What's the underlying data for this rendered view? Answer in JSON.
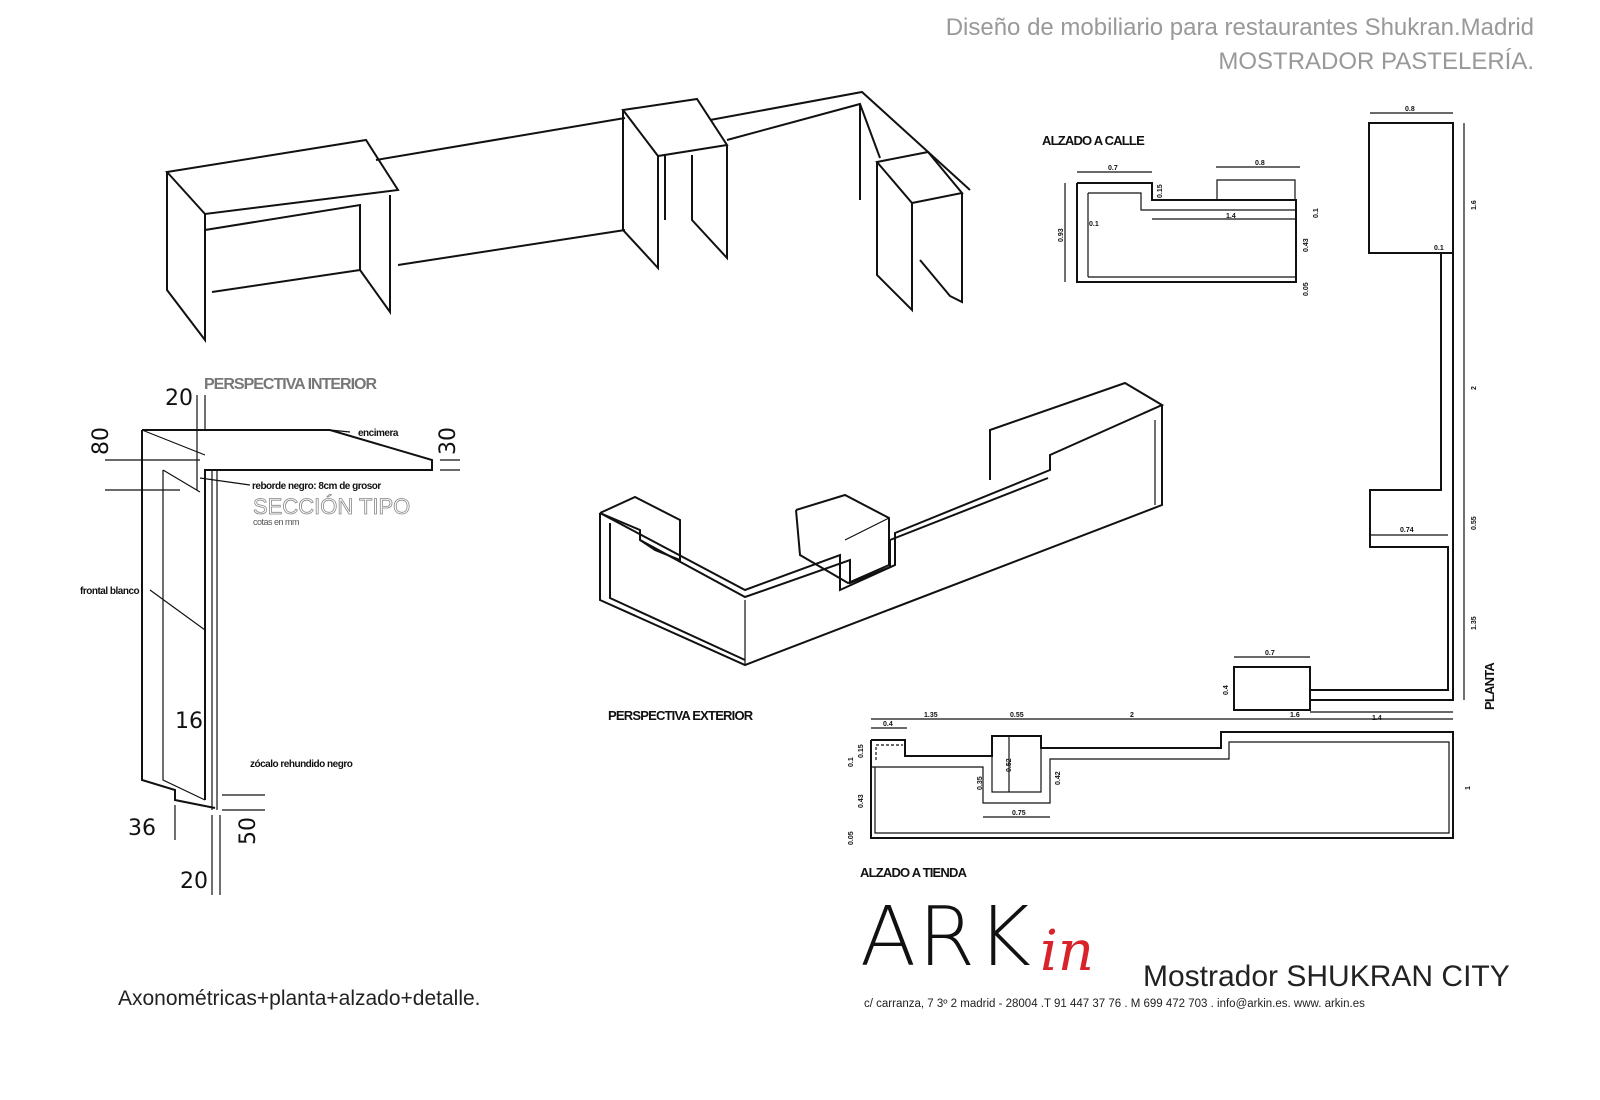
{
  "header": {
    "title": "Diseño de mobiliario para restaurantes Shukran.Madrid",
    "subtitle": "MOSTRADOR PASTELERÍA."
  },
  "views": {
    "perspectiva_interior": "PERSPECTIVA INTERIOR",
    "perspectiva_exterior": "PERSPECTIVA EXTERIOR",
    "alzado_calle": "ALZADO A CALLE",
    "alzado_tienda": "ALZADO A TIENDA",
    "planta": "PLANTA",
    "seccion": "SECCIÓN TIPO",
    "seccion_units": "cotas en mm"
  },
  "section_notes": {
    "encimera": "encimera",
    "reborde": "reborde negro: 8cm de grosor",
    "frontal": "frontal blanco",
    "zocalo": "zócalo rehundido negro"
  },
  "section_dims": [
    "20",
    "80",
    "30",
    "16",
    "36",
    "50",
    "20"
  ],
  "alzado_calle_dims": [
    "0.7",
    "0.8",
    "0.15",
    "0.1",
    "1.4",
    "0.93",
    "0.1",
    "0.43",
    "0.05"
  ],
  "planta_dims": [
    "0.8",
    "1.6",
    "0.1",
    "2",
    "0.55",
    "0.74",
    "1.35",
    "0.7",
    "1.4",
    "0.4"
  ],
  "alzado_tienda_dims": [
    "1.35",
    "0.55",
    "2",
    "1.6",
    "0.4",
    "0.15",
    "0.1",
    "0.43",
    "0.35",
    "0.52",
    "0.42",
    "0.75",
    "1",
    "0.05"
  ],
  "footer": {
    "caption": "Axonométricas+planta+alzado+detalle.",
    "logo_main": "ARK",
    "logo_script": "in",
    "project": "Mostrador SHUKRAN CITY",
    "contact": "c/ carranza, 7  3º 2   madrid - 28004 .T  91 447 37 76 . M  699 472 703 .  info@arkin.es. www. arkin.es"
  },
  "colors": {
    "accent": "#d8232a",
    "header": "#999999"
  }
}
